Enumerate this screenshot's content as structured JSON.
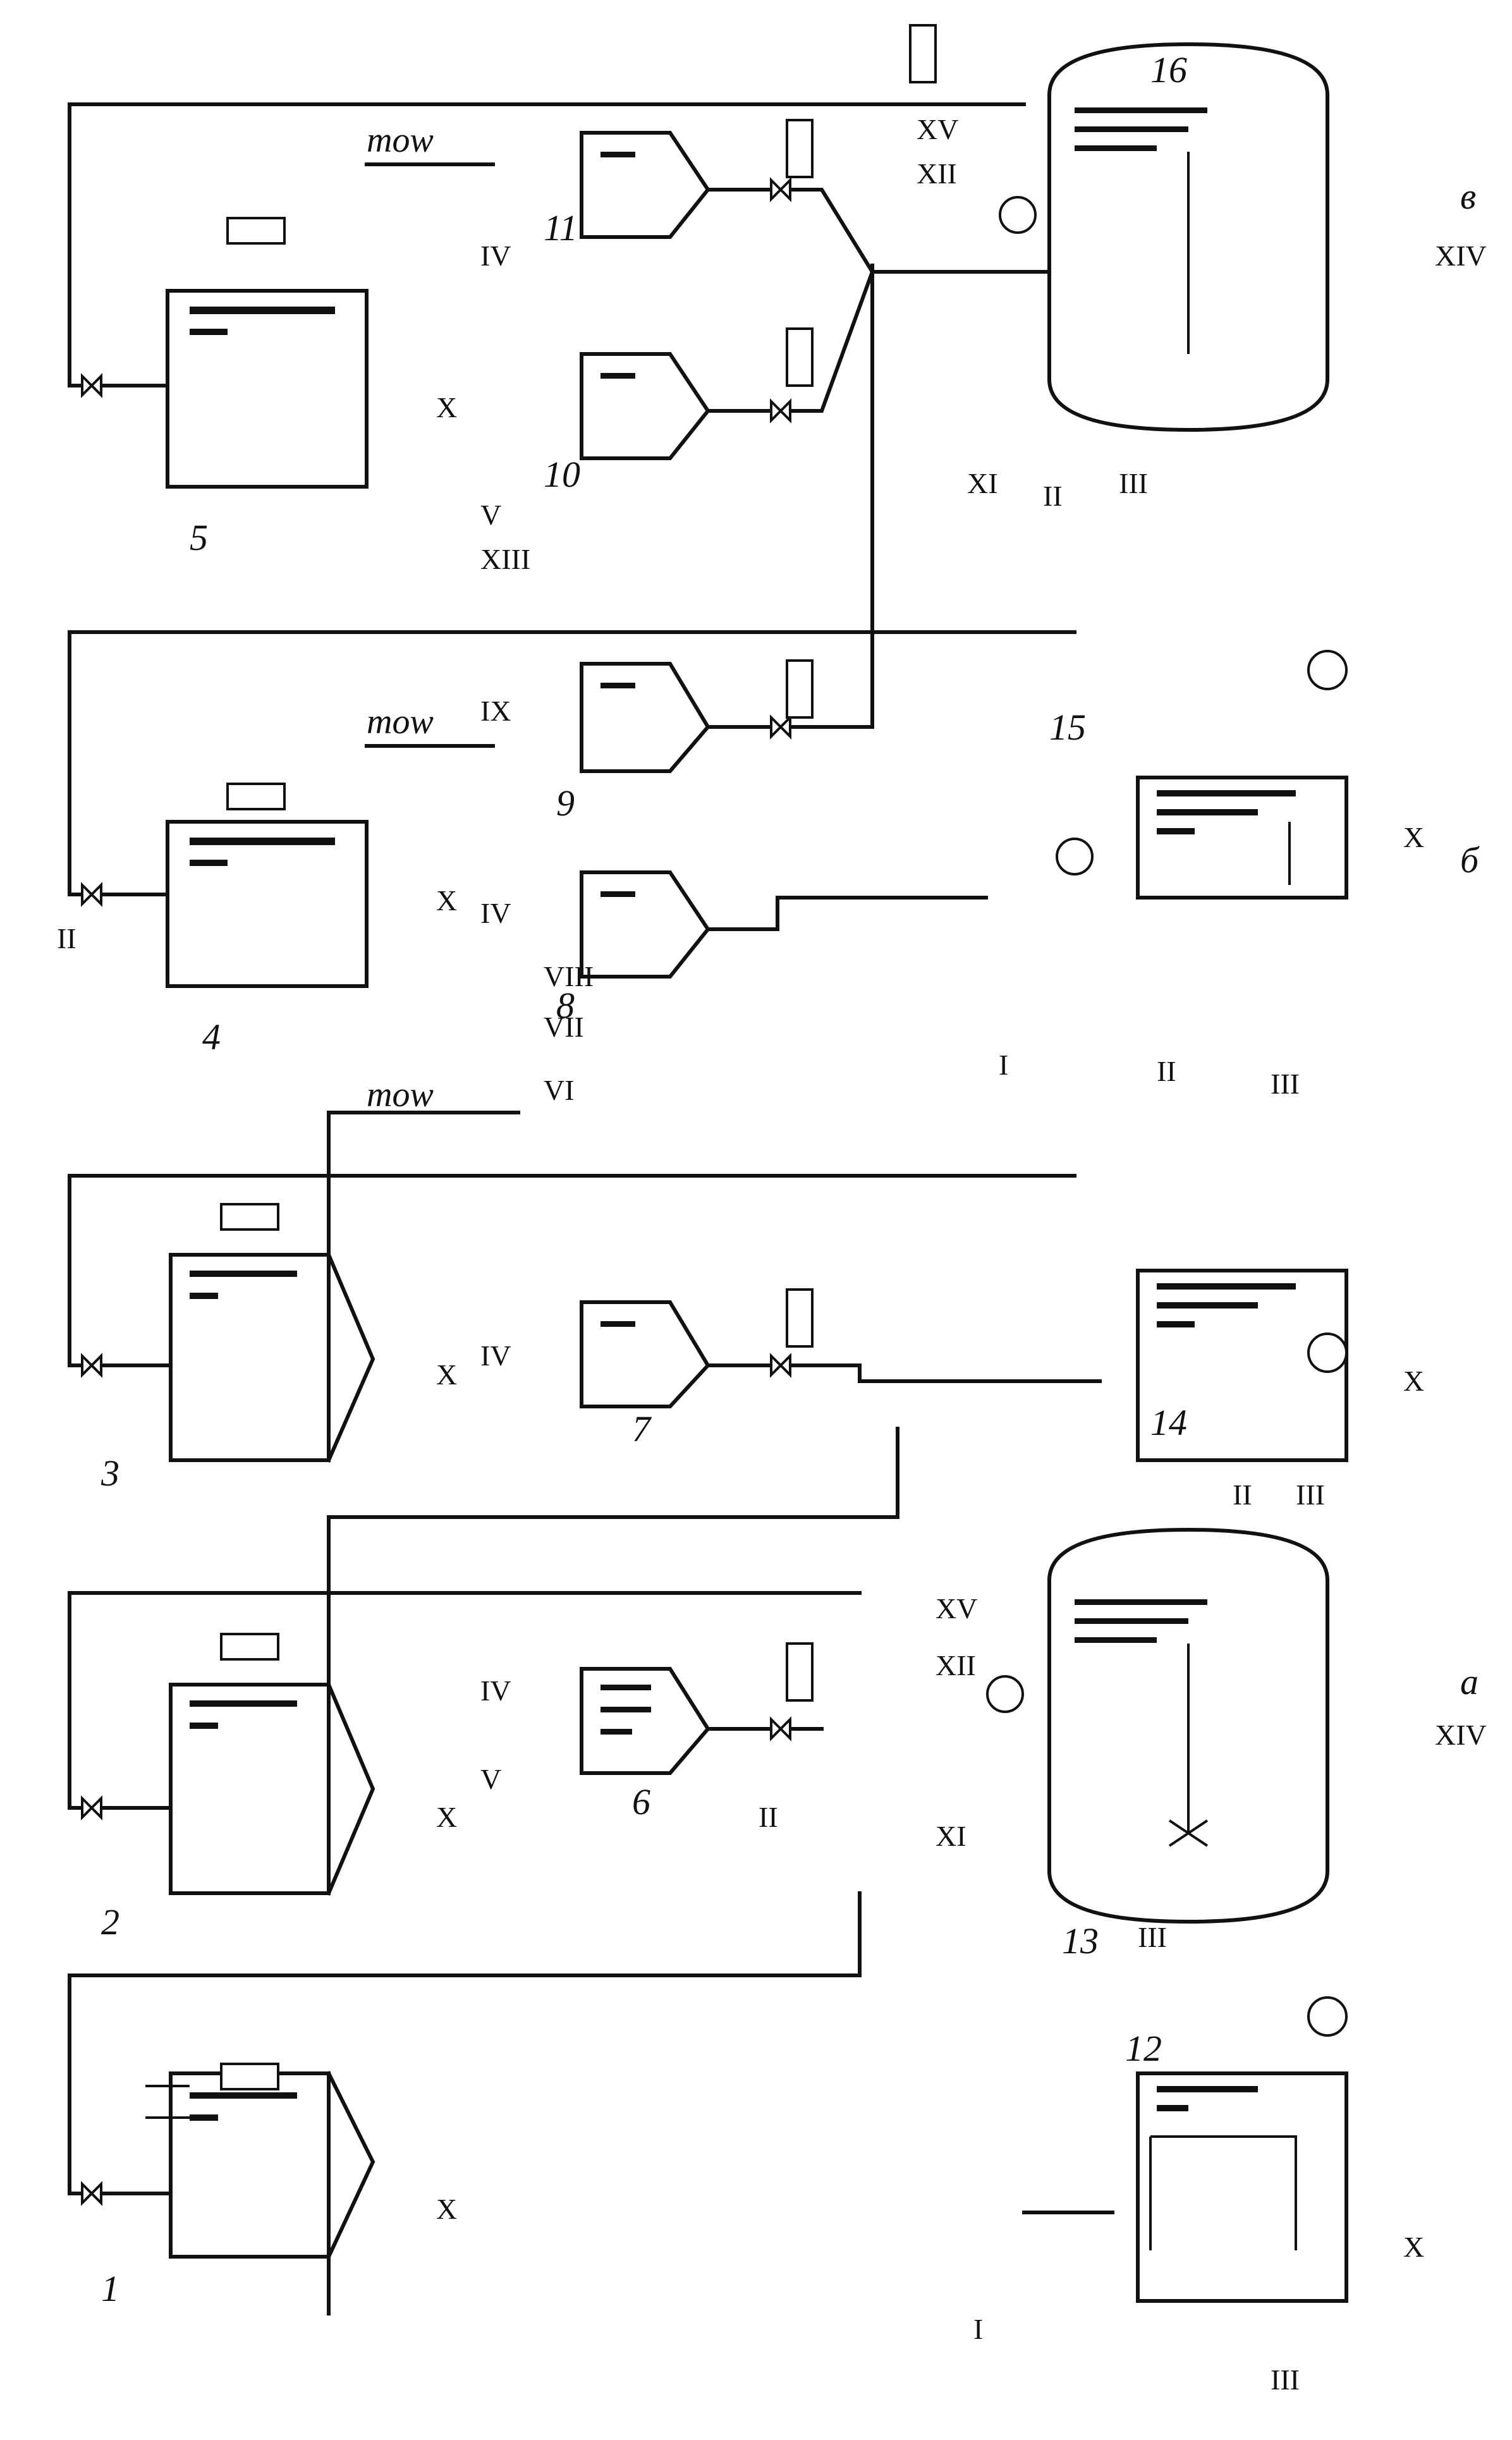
{
  "diagram": {
    "vessels": [
      {
        "id": "1",
        "label": "1"
      },
      {
        "id": "2",
        "label": "2"
      },
      {
        "id": "3",
        "label": "3"
      },
      {
        "id": "4",
        "label": "4"
      },
      {
        "id": "5",
        "label": "5"
      },
      {
        "id": "6",
        "label": "6"
      },
      {
        "id": "7",
        "label": "7"
      },
      {
        "id": "8",
        "label": "8"
      },
      {
        "id": "9",
        "label": "9"
      },
      {
        "id": "10",
        "label": "10"
      },
      {
        "id": "11",
        "label": "11"
      },
      {
        "id": "12",
        "label": "12"
      },
      {
        "id": "13",
        "label": "13"
      },
      {
        "id": "14",
        "label": "14"
      },
      {
        "id": "15",
        "label": "15"
      },
      {
        "id": "16",
        "label": "16"
      }
    ],
    "panel_labels": {
      "a": "а",
      "b": "б",
      "c": "в"
    },
    "vent_label": "mow",
    "streams": {
      "I": "I",
      "II": "II",
      "III": "III",
      "IV": "IV",
      "V": "V",
      "VI": "VI",
      "VII": "VII",
      "VIII": "VIII",
      "IX": "IX",
      "X": "X",
      "XI": "XI",
      "XII": "XII",
      "XIII": "XIII",
      "XIV": "XIV",
      "XV": "XV"
    }
  }
}
